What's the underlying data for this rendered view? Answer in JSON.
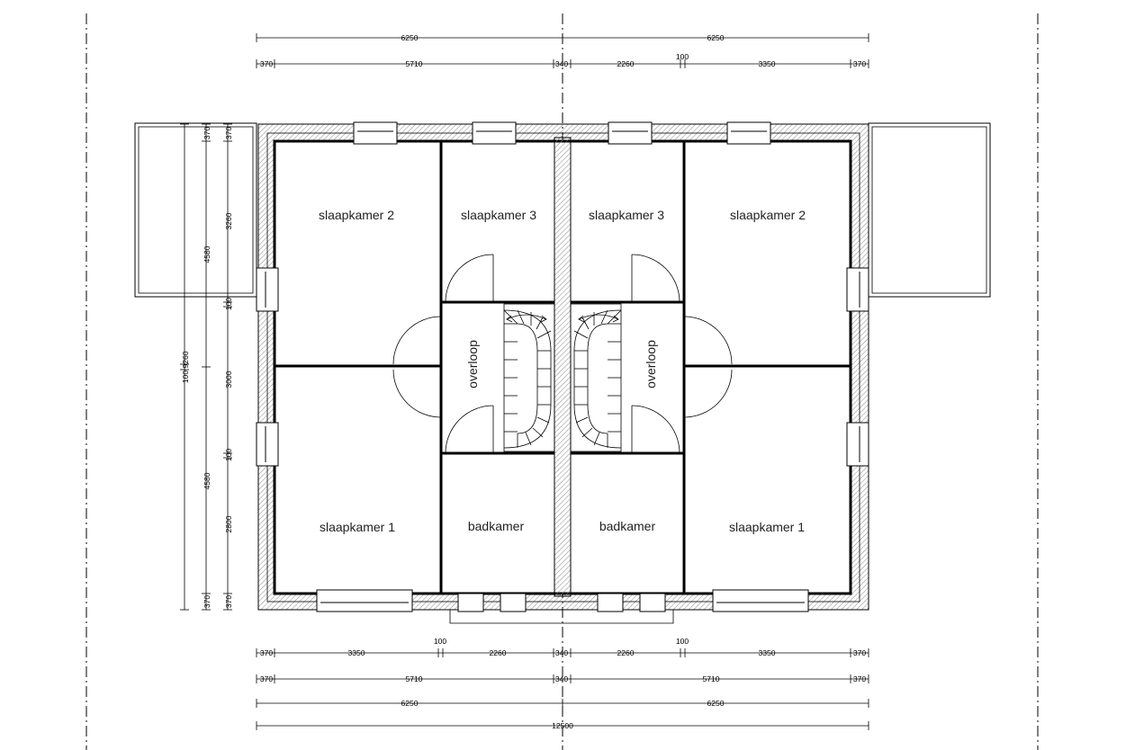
{
  "rooms": {
    "slaapkamer2_left": "slaapkamer 2",
    "slaapkamer3_left": "slaapkamer 3",
    "slaapkamer3_right": "slaapkamer 3",
    "slaapkamer2_right": "slaapkamer 2",
    "overloop_left": "overloop",
    "overloop_right": "overloop",
    "slaapkamer1_left": "slaapkamer 1",
    "badkamer_left": "badkamer",
    "badkamer_right": "badkamer",
    "slaapkamer1_right": "slaapkamer 1"
  },
  "dimensions": {
    "top1": [
      "6250",
      "6250"
    ],
    "top2": [
      "370",
      "5710",
      "340",
      "2260",
      "100",
      "3350",
      "370"
    ],
    "bottom1": [
      "370",
      "3350",
      "100",
      "2260",
      "340",
      "2260",
      "100",
      "3350",
      "370"
    ],
    "bottom2": [
      "370",
      "5710",
      "340",
      "5710",
      "370"
    ],
    "bottom3": [
      "6250",
      "6250"
    ],
    "bottom4": "12500",
    "left_total": [
      "9260",
      "100"
    ],
    "left_mid": [
      "370",
      "4580",
      "4580",
      "370"
    ],
    "left_inner": [
      "370",
      "3260",
      "100",
      "3000",
      "100",
      "2800",
      "370"
    ]
  },
  "colors": {
    "ink": "#000000",
    "hatch": "#888888"
  }
}
